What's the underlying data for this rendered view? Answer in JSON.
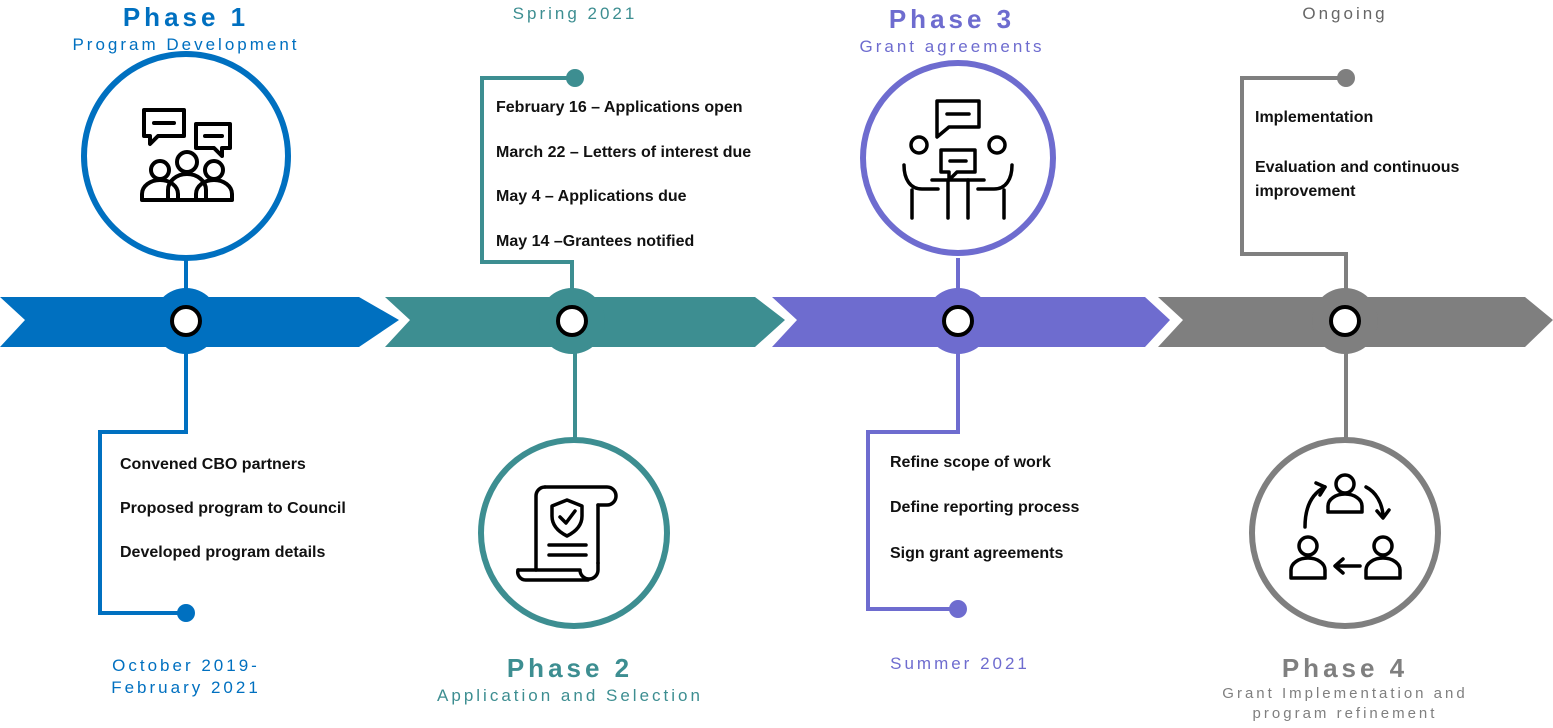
{
  "colors": {
    "phase1": "#0070C0",
    "phase2": "#3D8E91",
    "phase3": "#6E6CCF",
    "phase4": "#7F7F7F"
  },
  "phases": [
    {
      "title": "Phase 1",
      "subtitle": "Program Development",
      "date": "October 2019-\nFebruary 2021",
      "items": [
        "Convened CBO partners",
        "Proposed program to Council",
        "Developed program details"
      ],
      "icon": "meeting-chat-icon"
    },
    {
      "title": "Phase 2",
      "subtitle": "Application and Selection",
      "date": "Spring 2021",
      "items": [
        "February 16 – Applications open",
        "March 22 – Letters of interest due",
        "May 4 – Applications due",
        "May 14 –Grantees notified"
      ],
      "icon": "certificate-scroll-icon"
    },
    {
      "title": "Phase 3",
      "subtitle": "Grant agreements",
      "date": "Summer 2021",
      "items": [
        "Refine scope of work",
        "Define reporting process",
        "Sign grant agreements"
      ],
      "icon": "conversation-table-icon"
    },
    {
      "title": "Phase 4",
      "subtitle": "Grant Implementation and program refinement",
      "date": "Ongoing",
      "items": [
        "Implementation",
        "Evaluation and continuous improvement"
      ],
      "icon": "team-cycle-icon"
    }
  ]
}
